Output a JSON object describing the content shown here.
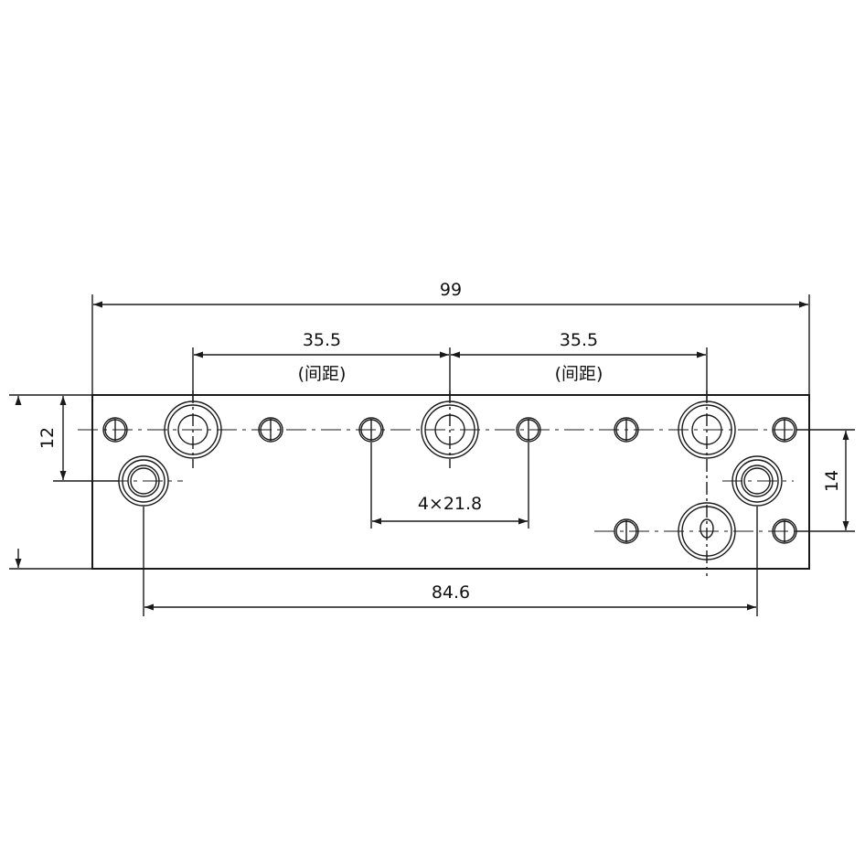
{
  "dimensions": {
    "overall_width": "99",
    "pitch_left": "35.5",
    "pitch_left_note": "(间距)",
    "pitch_right": "35.5",
    "pitch_right_note": "(间距)",
    "small_hole_pitch": "4×21.8",
    "mount_span": "84.6",
    "left_height": "12",
    "right_height": "14"
  }
}
